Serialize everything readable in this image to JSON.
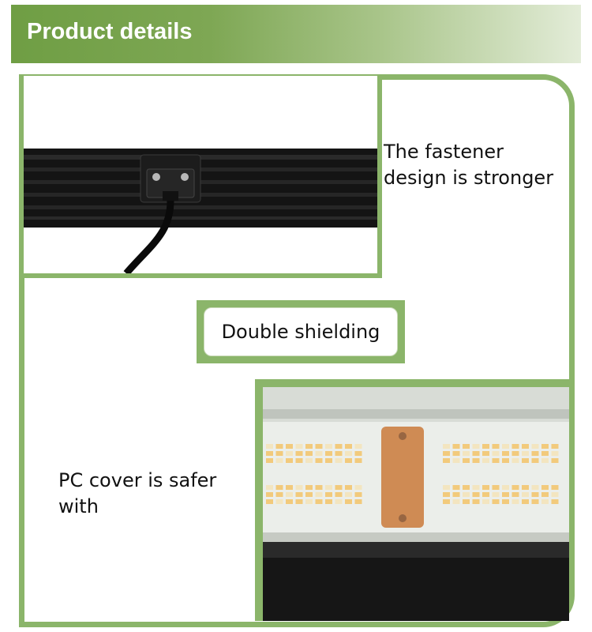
{
  "header": {
    "title": "Product details"
  },
  "captions": {
    "fastener_line1": "The fastener",
    "fastener_line2": "design is stronger",
    "pc_line1": "PC cover is safer",
    "pc_line2": "with"
  },
  "badge": {
    "label": "Double shielding"
  },
  "colors": {
    "accent_green": "#8bb56a",
    "header_green": "#6f9e44"
  },
  "images": {
    "top": "fastener-photo",
    "bottom": "pc-cover-photo"
  }
}
